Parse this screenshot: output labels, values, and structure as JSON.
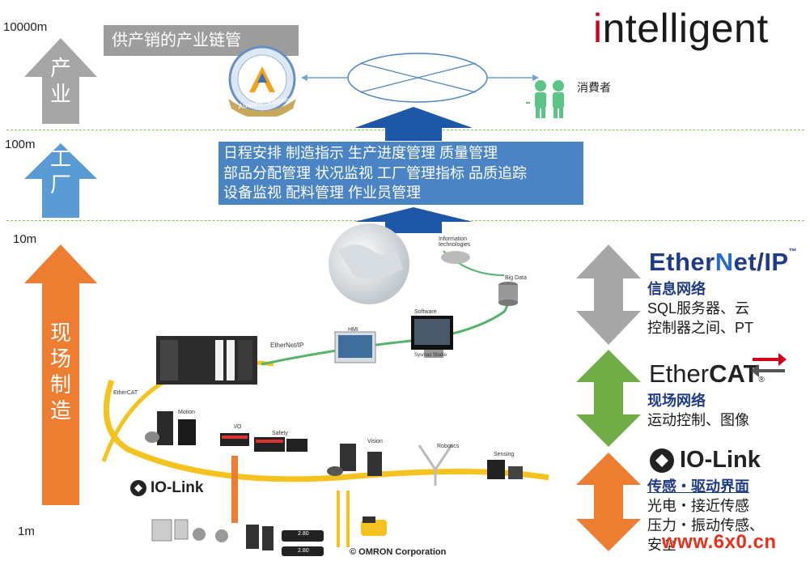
{
  "header": {
    "brand_word": "intelligent",
    "brand_first_letter": "i",
    "brand_rest": "ntelligent"
  },
  "scale": {
    "top": "10000m",
    "factory": "100m",
    "field": "10m",
    "bottom": "1m"
  },
  "levels": {
    "industry_chars": [
      "产",
      "业"
    ],
    "factory_chars": [
      "工",
      "厂"
    ],
    "field_chars": [
      "现",
      "场",
      "制",
      "造"
    ]
  },
  "supply_chain_label": "供产销的产业链管",
  "consumer_label": "消費者",
  "audited_badge": "Audited Supplier",
  "mes_box": {
    "lines": [
      "日程安排  制造指示  生产进度管理  质量管理",
      "部品分配管理  状况监视  工厂管理指标  品质追踪",
      "设备监视  配料管理  作业员管理"
    ]
  },
  "network_labels": {
    "ethernetip": "EtherNet/IP",
    "software": "Software",
    "hmi": "HMI",
    "big_data": "Big Data",
    "information": "Information technologies",
    "ethercat": "EtherCAT",
    "motion": "Motion",
    "io": "I/O",
    "safety": "Safety",
    "vision": "Vision",
    "robotics": "Robotics",
    "sensing": "Sensing",
    "studio": "Sysmac Studio",
    "display_value": "2.80"
  },
  "iolink_label": "IO-Link",
  "copyright": "© OMRON Corporation",
  "right_panel": {
    "ethernet_logo": "EtherNet/IP",
    "ethernet_logo_parts": [
      "Ether",
      "N",
      "et/IP"
    ],
    "ethernet_trademark": "™",
    "ethernet_head": "信息网络",
    "ethernet_lines": [
      "SQL服务器、云",
      "控制器之间、PT"
    ],
    "ethercat_logo": "EtherCAT",
    "ethercat_logo_parts": [
      "Ether",
      "CAT"
    ],
    "ethercat_trademark": "®",
    "ethercat_head": "现场网络",
    "ethercat_lines": [
      "运动控制、图像"
    ],
    "iolink_logo": "IO-Link",
    "iolink_head": "传感・驱动界面",
    "iolink_lines": [
      "光电・接近传感",
      "压力・振动传感、",
      "安全"
    ]
  },
  "watermark": "www.6x0.cn",
  "colors": {
    "gray_arrow": "#a6a6a6",
    "blue_arrow": "#5b9bd5",
    "orange_arrow": "#ed7d31",
    "green_arrow": "#70ad47",
    "brand_red": "#d0021b",
    "box_blue": "#4a84c4",
    "cable_yellow": "#f5c320",
    "cable_green": "#55b36b"
  }
}
